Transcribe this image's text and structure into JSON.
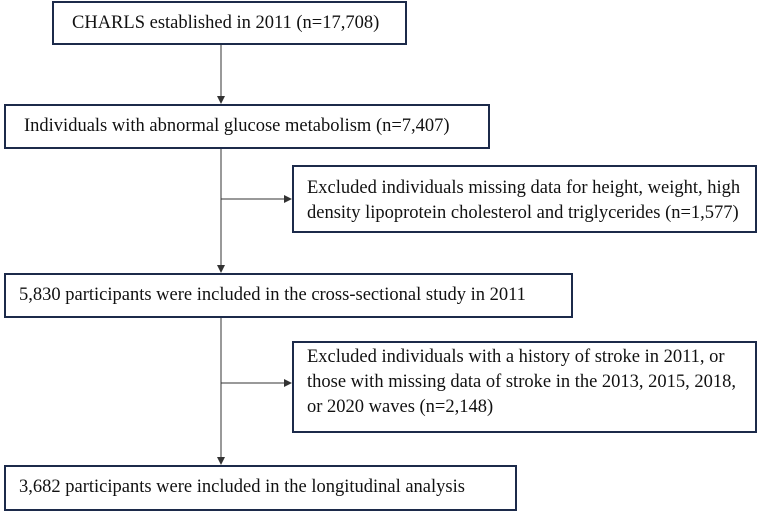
{
  "flowchart": {
    "steps": [
      {
        "lines": [
          "CHARLS established in 2011 (n=17,708)"
        ]
      },
      {
        "lines": [
          "Individuals with abnormal glucose metabolism (n=7,407)"
        ]
      },
      {
        "lines": [
          "5,830 participants were included in the cross-sectional study in 2011"
        ]
      },
      {
        "lines": [
          "3,682 participants were included in the longitudinal analysis"
        ]
      }
    ],
    "exclusions": [
      {
        "lines": [
          "Excluded individuals missing data for height, weight, high",
          "density lipoprotein cholesterol and triglycerides (n=1,577)"
        ]
      },
      {
        "lines": [
          "Excluded individuals with a history of stroke in 2011, or",
          "those with missing data of stroke in the 2013, 2015, 2018,",
          "or 2020 waves (n=2,148)"
        ]
      }
    ]
  },
  "colors": {
    "box_border": "#1c2a4a",
    "arrow": "#333333",
    "text": "#111111"
  }
}
